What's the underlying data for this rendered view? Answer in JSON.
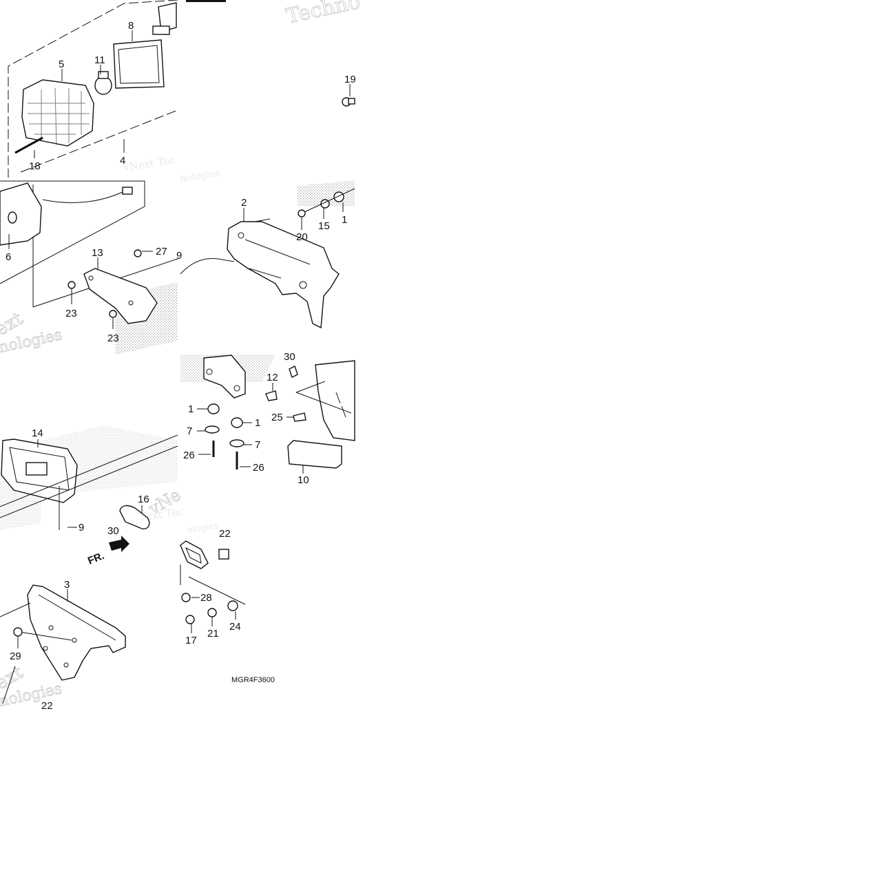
{
  "diagram": {
    "drawing_code": "MGR4F3600",
    "front_marker": "FR.",
    "watermark_lines": [
      "Techno",
      "vNext Tec",
      "nologies",
      "ext",
      "nologies",
      "vNe",
      "vNext Tec",
      "ologies",
      "ext",
      "nologies"
    ],
    "callouts": [
      {
        "num": "8"
      },
      {
        "num": "5"
      },
      {
        "num": "11"
      },
      {
        "num": "18"
      },
      {
        "num": "4"
      },
      {
        "num": "19"
      },
      {
        "num": "6"
      },
      {
        "num": "13"
      },
      {
        "num": "27"
      },
      {
        "num": "23"
      },
      {
        "num": "23"
      },
      {
        "num": "2"
      },
      {
        "num": "20"
      },
      {
        "num": "15"
      },
      {
        "num": "1"
      },
      {
        "num": "9"
      },
      {
        "num": "30"
      },
      {
        "num": "12"
      },
      {
        "num": "1"
      },
      {
        "num": "1"
      },
      {
        "num": "25"
      },
      {
        "num": "7"
      },
      {
        "num": "7"
      },
      {
        "num": "26"
      },
      {
        "num": "26"
      },
      {
        "num": "10"
      },
      {
        "num": "14"
      },
      {
        "num": "16"
      },
      {
        "num": "9"
      },
      {
        "num": "30"
      },
      {
        "num": "3"
      },
      {
        "num": "29"
      },
      {
        "num": "22"
      },
      {
        "num": "22"
      },
      {
        "num": "28"
      },
      {
        "num": "24"
      },
      {
        "num": "17"
      },
      {
        "num": "21"
      }
    ]
  }
}
